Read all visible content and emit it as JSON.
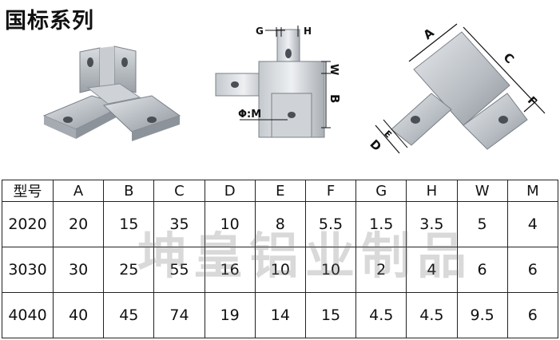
{
  "title": "国标系列",
  "watermark": "坤皇铝业制品",
  "figure_labels": {
    "g": "G",
    "h": "H",
    "w": "W",
    "b": "B",
    "phi_m": "Φ:M",
    "a": "A",
    "c": "C",
    "f": "F",
    "d": "D",
    "e": "E"
  },
  "table": {
    "headers": [
      "型号",
      "A",
      "B",
      "C",
      "D",
      "E",
      "F",
      "G",
      "H",
      "W",
      "M"
    ],
    "rows": [
      [
        "2020",
        "20",
        "15",
        "35",
        "10",
        "8",
        "5.5",
        "1.5",
        "3.5",
        "5",
        "4"
      ],
      [
        "3030",
        "30",
        "25",
        "55",
        "16",
        "10",
        "10",
        "2",
        "4",
        "6",
        "6"
      ],
      [
        "4040",
        "40",
        "45",
        "74",
        "19",
        "14",
        "15",
        "4.5",
        "4.5",
        "9.5",
        "6"
      ]
    ]
  }
}
